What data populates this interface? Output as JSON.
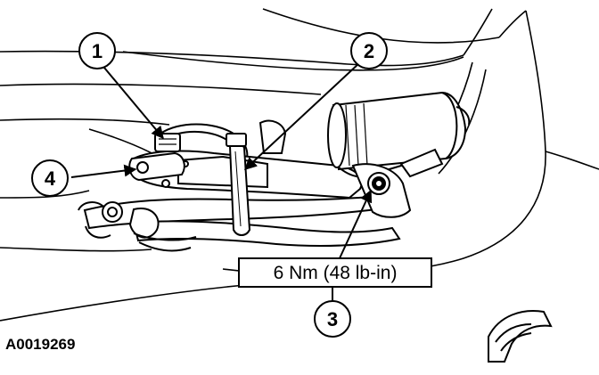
{
  "figure": {
    "id": "A0019269",
    "torque_label": "6 Nm (48 lb-in)"
  },
  "callouts": [
    {
      "key": "c1",
      "label": "1",
      "icon": "callout-circle"
    },
    {
      "key": "c2",
      "label": "2",
      "icon": "callout-circle"
    },
    {
      "key": "c3",
      "label": "3",
      "icon": "callout-circle"
    },
    {
      "key": "c4",
      "label": "4",
      "icon": "callout-circle"
    }
  ],
  "colors": {
    "ink": "#000000",
    "paper": "#ffffff",
    "part_fill": "#ffffff"
  }
}
